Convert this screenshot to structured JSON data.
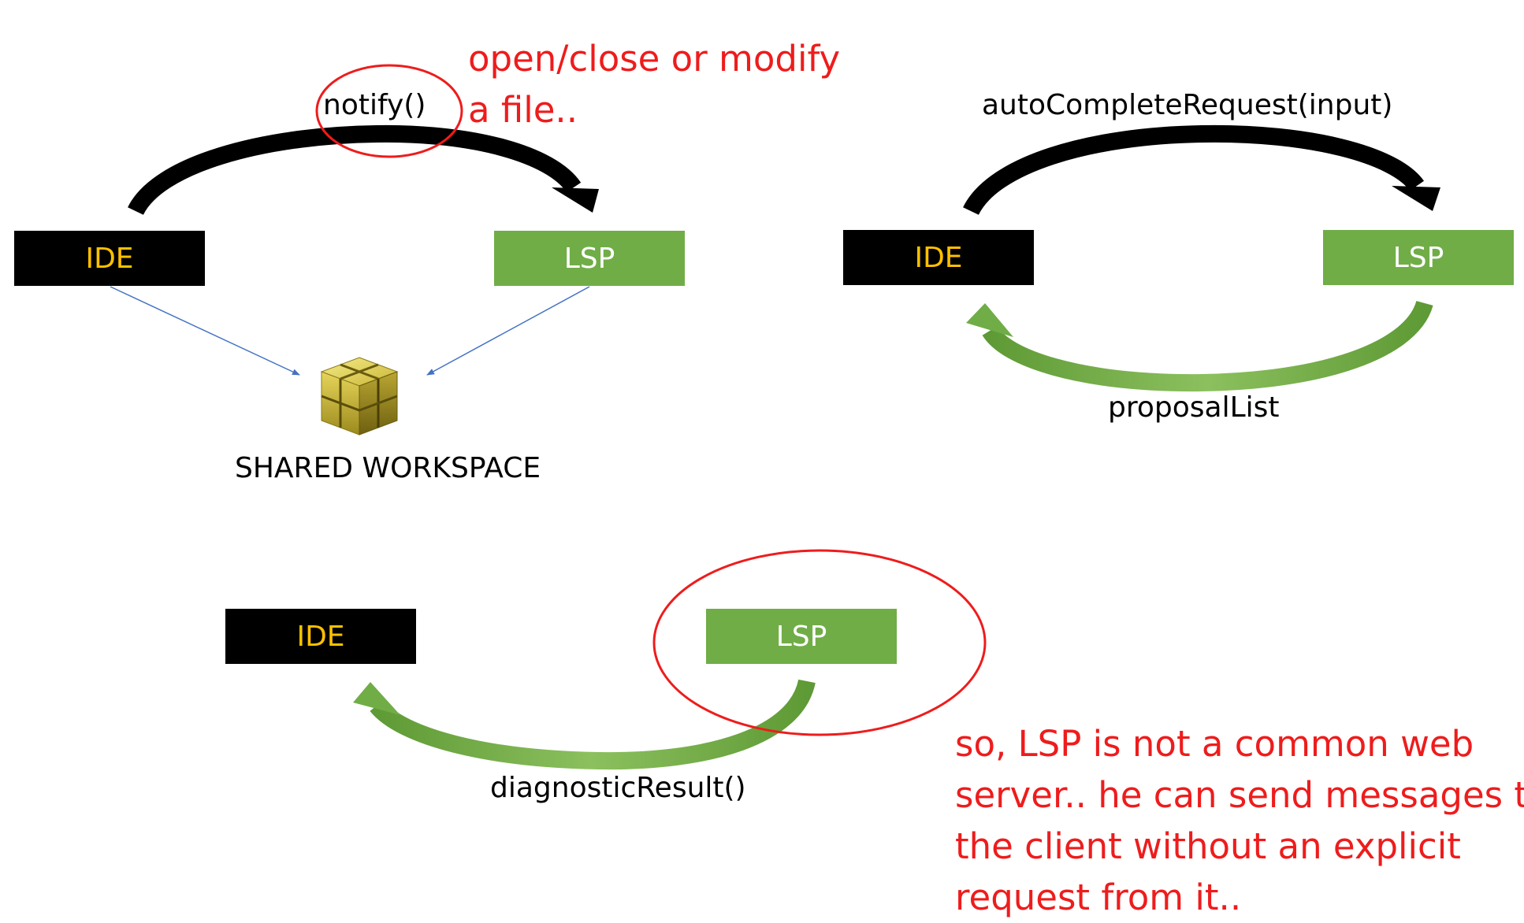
{
  "panel_notify": {
    "ide_label": "IDE",
    "lsp_label": "LSP",
    "arrow_label": "notify()",
    "workspace_label": "SHARED WORKSPACE",
    "note_lines": [
      "open/close or modify",
      "a file.."
    ]
  },
  "panel_autocomplete": {
    "ide_label": "IDE",
    "lsp_label": "LSP",
    "request_label": "autoCompleteRequest(input)",
    "response_label": "proposalList"
  },
  "panel_diagnostic": {
    "ide_label": "IDE",
    "lsp_label": "LSP",
    "response_label": "diagnosticResult()",
    "note_lines": [
      "so, LSP is not a common web",
      "server.. he can send messages to",
      "the client without an explicit",
      "request from it.."
    ]
  },
  "colors": {
    "ide_bg": "#000000",
    "ide_text": "#ffc000",
    "lsp_bg": "#70ad47",
    "lsp_text": "#ffffff",
    "annotation": "#ee1c1c",
    "request_arrow": "#000000",
    "response_arrow": "#70ad47",
    "link_arrow": "#4472c4"
  },
  "icons": {
    "workspace": "package-cube-icon"
  }
}
